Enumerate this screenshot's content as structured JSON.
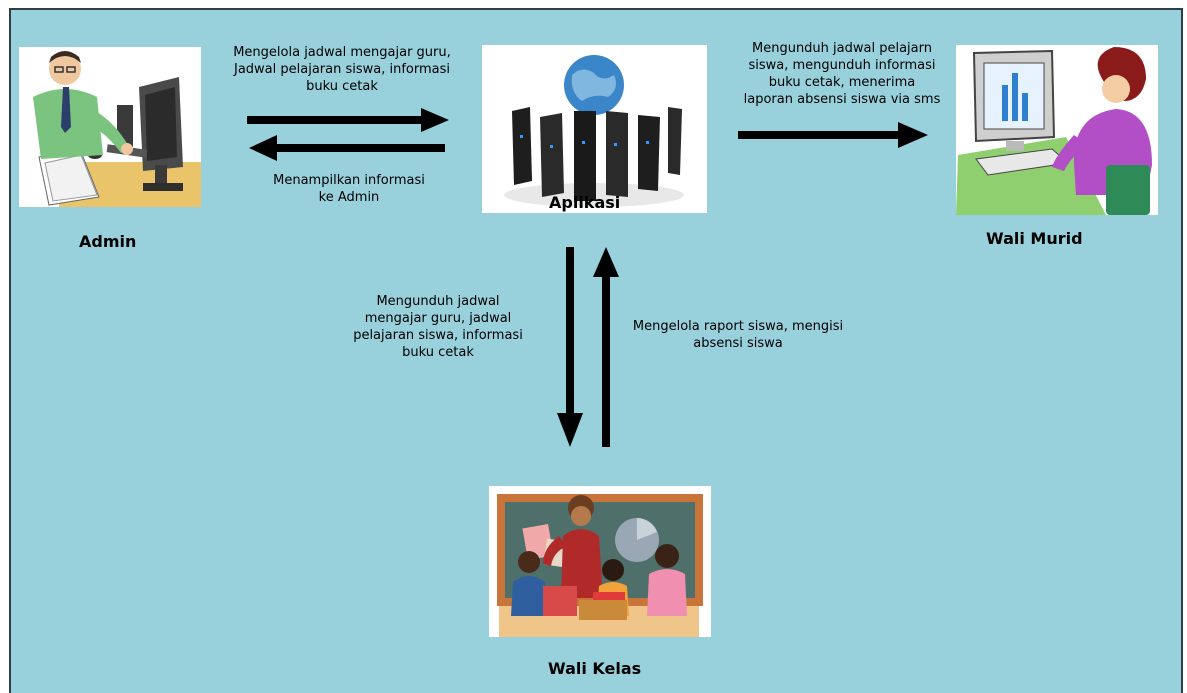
{
  "nodes": {
    "admin": {
      "label": "Admin"
    },
    "aplikasi": {
      "label": "Aplikasi"
    },
    "wali_murid": {
      "label": "Wali Murid"
    },
    "wali_kelas": {
      "label": "Wali Kelas"
    }
  },
  "edges": {
    "admin_to_app": {
      "lines": [
        "Mengelola jadwal mengajar guru,",
        "Jadwal pelajaran siswa, informasi",
        "buku cetak"
      ]
    },
    "app_to_admin": {
      "lines": [
        "Menampilkan informasi",
        "ke Admin"
      ]
    },
    "app_to_wali_murid": {
      "lines": [
        "Mengunduh jadwal pelajarn",
        "siswa, mengunduh informasi",
        "buku cetak, menerima",
        "laporan absensi siswa via sms"
      ]
    },
    "app_to_wali_kelas": {
      "lines": [
        "Mengunduh jadwal",
        "mengajar guru, jadwal",
        "pelajaran siswa, informasi",
        "buku cetak"
      ]
    },
    "wali_kelas_to_app": {
      "lines": [
        "Mengelola raport siswa, mengisi",
        "absensi siswa"
      ]
    }
  },
  "colors": {
    "background": "#98d0dc",
    "arrow": "#000000",
    "border": "#2f3e46"
  }
}
